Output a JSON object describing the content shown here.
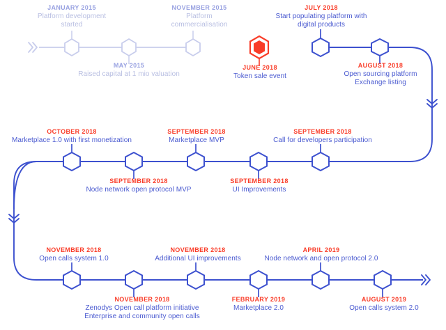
{
  "diagram": {
    "title": "Zenodys platform roadmap timeline",
    "colors": {
      "blue": "#3d51cf",
      "blue_text": "#4a5ad0",
      "blue_dark": "#4556c9",
      "red": "#f93c28",
      "faded_line": "#c8cdec",
      "faded_text": "#b9bfe2",
      "background": "#ffffff"
    },
    "rows": [
      {
        "name": "row-1",
        "milestones": [
          {
            "id": "jan-2015",
            "date": "JANUARY 2015",
            "desc": [
              "Platform development",
              "started"
            ],
            "position": "above",
            "tone": "faded",
            "node": "hexagon-outline-faded"
          },
          {
            "id": "may-2015",
            "date": "MAY 2015",
            "desc": [
              "Raised capital at 1 mio valuation"
            ],
            "position": "below",
            "tone": "faded",
            "node": "hexagon-outline-faded"
          },
          {
            "id": "nov-2015",
            "date": "NOVEMBER 2015",
            "desc": [
              "Platform",
              "commercialisation"
            ],
            "position": "above",
            "tone": "faded",
            "node": "hexagon-outline-faded"
          },
          {
            "id": "jun-2018",
            "date": "JUNE 2018",
            "desc": [
              "Token sale event"
            ],
            "position": "below",
            "tone": "red",
            "node": "hexagon-filled-red"
          },
          {
            "id": "jul-2018",
            "date": "JULY 2018",
            "desc": [
              "Start populating platform with",
              "digital products"
            ],
            "position": "above",
            "tone": "red",
            "node": "hexagon-outline-blue"
          },
          {
            "id": "aug-2018",
            "date": "AUGUST 2018",
            "desc": [
              "Open sourcing platform",
              "Exchange listing"
            ],
            "position": "below",
            "tone": "red",
            "node": "hexagon-outline-blue"
          }
        ]
      },
      {
        "name": "row-2",
        "milestones": [
          {
            "id": "oct-2018",
            "date": "OCTOBER 2018",
            "desc": [
              "Marketplace 1.0 with first monetization"
            ],
            "position": "above",
            "tone": "red",
            "node": "hexagon-outline-blue"
          },
          {
            "id": "sep-2018-node",
            "date": "SEPTEMBER 2018",
            "desc": [
              "Node network  open protocol MVP"
            ],
            "position": "below",
            "tone": "red",
            "node": "hexagon-outline-blue"
          },
          {
            "id": "sep-2018-marketplace",
            "date": "SEPTEMBER 2018",
            "desc": [
              "Marketplace MVP"
            ],
            "position": "above",
            "tone": "red",
            "node": "hexagon-outline-blue"
          },
          {
            "id": "sep-2018-ui",
            "date": "SEPTEMBER 2018",
            "desc": [
              "UI Improvements"
            ],
            "position": "below",
            "tone": "red",
            "node": "hexagon-outline-blue"
          },
          {
            "id": "sep-2018-devs",
            "date": "SEPTEMBER 2018",
            "desc": [
              "Call for developers participation"
            ],
            "position": "above",
            "tone": "red",
            "node": "hexagon-outline-blue"
          }
        ]
      },
      {
        "name": "row-3",
        "milestones": [
          {
            "id": "nov-2018-opencalls",
            "date": "NOVEMBER 2018",
            "desc": [
              "Open calls system 1.0"
            ],
            "position": "above",
            "tone": "red",
            "node": "hexagon-outline-blue"
          },
          {
            "id": "nov-2018-zenodys",
            "date": "NOVEMBER 2018",
            "desc": [
              "Zenodys Open call platform initiative",
              "Enterprise and community open calls"
            ],
            "position": "below",
            "tone": "red",
            "node": "hexagon-outline-blue"
          },
          {
            "id": "nov-2018-ui",
            "date": "NOVEMBER 2018",
            "desc": [
              "Additional UI improvements"
            ],
            "position": "above",
            "tone": "red",
            "node": "hexagon-outline-blue"
          },
          {
            "id": "feb-2019",
            "date": "FEBRUARY 2019",
            "desc": [
              "Marketplace 2.0"
            ],
            "position": "below",
            "tone": "red",
            "node": "hexagon-outline-blue"
          },
          {
            "id": "apr-2019",
            "date": "APRIL 2019",
            "desc": [
              "Node network and open protocol 2.0"
            ],
            "position": "above",
            "tone": "red",
            "node": "hexagon-outline-blue"
          },
          {
            "id": "aug-2019",
            "date": "AUGUST 2019",
            "desc": [
              "Open calls system 2.0"
            ],
            "position": "below",
            "tone": "red",
            "node": "hexagon-outline-blue"
          }
        ]
      }
    ],
    "markers": {
      "start_chevron": "double-chevron-right-faded",
      "end_chevron": "double-chevron-right-blue",
      "right_turn_chevron": "double-chevron-down-blue",
      "left_turn_chevron": "double-chevron-down-blue"
    }
  }
}
